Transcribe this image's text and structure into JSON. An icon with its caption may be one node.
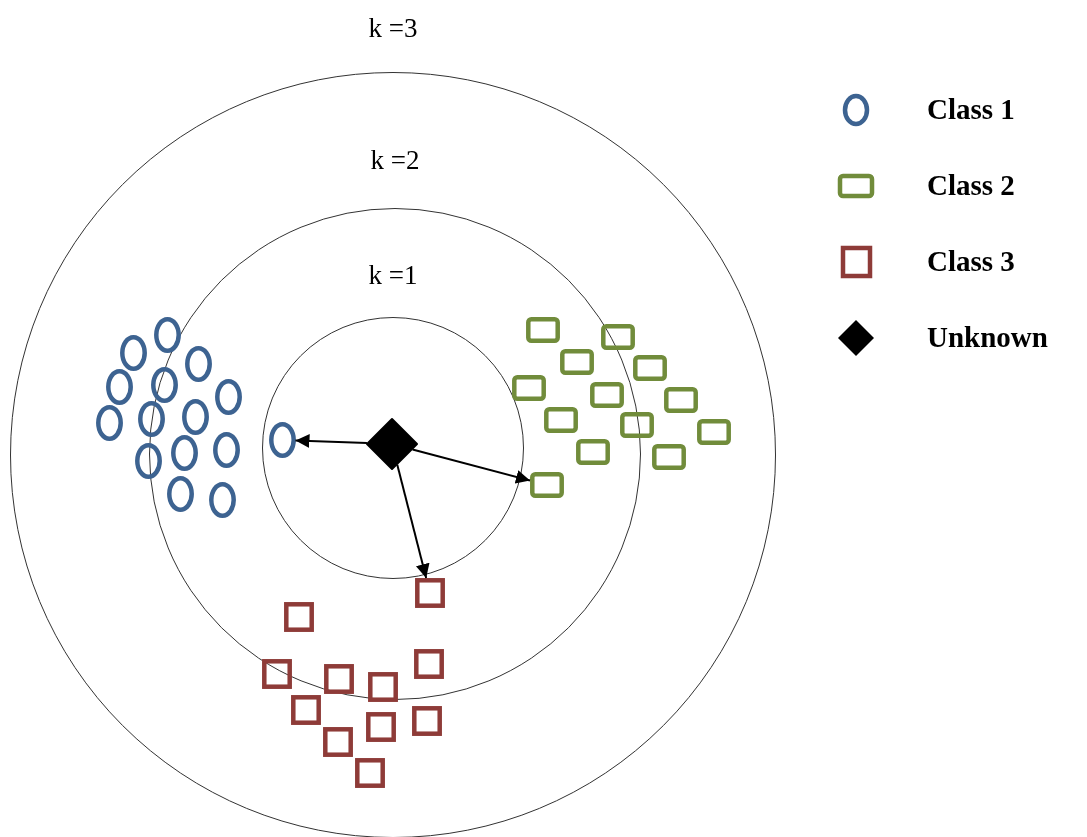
{
  "diagram": {
    "nodes": [
      {
        "text": [
          "k =3"
        ]
      },
      {
        "text": [
          "k =2"
        ],
        "in": 0
      },
      {
        "text": [
          "k =1"
        ],
        "in": 1
      },
      {
        "text": [],
        "shape": "diamond",
        "in": 2
      },
      {
        "text": [],
        "shape": "circle",
        "in": 2
      },
      {
        "text": [],
        "shape": "box",
        "in": 1
      },
      {
        "text": [],
        "shape": "box",
        "in": 1
      },
      {
        "text": [],
        "shape": "circle",
        "in": 1
      },
      {
        "text": [],
        "shape": "circle",
        "in": 0
      },
      {
        "text": [],
        "shape": "circle",
        "in": 1
      },
      {
        "text": [],
        "shape": "circle",
        "in": 0
      },
      {
        "text": [],
        "shape": "circle",
        "in": 1
      },
      {
        "text": [],
        "shape": "circle",
        "in": 1
      },
      {
        "text": [],
        "shape": "circle",
        "in": 0
      },
      {
        "text": [],
        "shape": "circle",
        "in": 0
      },
      {
        "text": [],
        "shape": "circle",
        "in": 1
      },
      {
        "text": [],
        "shape": "circle",
        "in": 0
      },
      {
        "text": [],
        "shape": "circle",
        "in": 1
      },
      {
        "text": [],
        "shape": "circle",
        "in": 1
      },
      {
        "text": [],
        "shape": "circle",
        "in": 1
      },
      {
        "text": [],
        "shape": "circle",
        "in": 1
      },
      {
        "text": [],
        "shape": "box",
        "in": 1
      },
      {
        "text": [],
        "shape": "box",
        "in": 1
      },
      {
        "text": [],
        "shape": "box",
        "in": 1
      },
      {
        "text": [],
        "shape": "box",
        "in": 0
      },
      {
        "text": [],
        "shape": "box",
        "in": 1
      },
      {
        "text": [],
        "shape": "box",
        "in": 1
      },
      {
        "text": [],
        "shape": "box",
        "in": 0
      },
      {
        "text": [],
        "shape": "box",
        "in": 1
      },
      {
        "text": [],
        "shape": "box",
        "in": 0
      },
      {
        "text": [],
        "shape": "box",
        "in": 0
      },
      {
        "text": [],
        "shape": "box",
        "in": 1
      },
      {
        "text": [],
        "shape": "box",
        "in": 0
      },
      {
        "text": [],
        "shape": "box",
        "in": 1
      },
      {
        "text": [],
        "shape": "box",
        "in": 1
      },
      {
        "text": [],
        "shape": "box",
        "in": 1
      },
      {
        "text": [],
        "shape": "box",
        "in": 1
      },
      {
        "text": [],
        "shape": "box",
        "in": 1
      },
      {
        "text": [],
        "shape": "box",
        "in": 0
      },
      {
        "text": [],
        "shape": "box",
        "in": 0
      },
      {
        "text": [],
        "shape": "box",
        "in": 0
      },
      {
        "text": [],
        "shape": "box",
        "in": 0
      },
      {
        "text": [],
        "shape": "box",
        "in": 0
      }
    ],
    "edges": [
      {
        "from": 3,
        "to": 4,
        "arrow": "to"
      },
      {
        "from": 3,
        "to": 5,
        "arrow": "to"
      },
      {
        "from": 3,
        "to": 6,
        "arrow": "to"
      }
    ],
    "legend": [
      {
        "text": "Class 1",
        "color": "#3d6391"
      },
      {
        "text": "Class 2",
        "color": "#718c3b"
      },
      {
        "text": "Class 3",
        "color": "#8e3b38"
      },
      {
        "text": "Unknown",
        "color": "#000000"
      }
    ]
  }
}
